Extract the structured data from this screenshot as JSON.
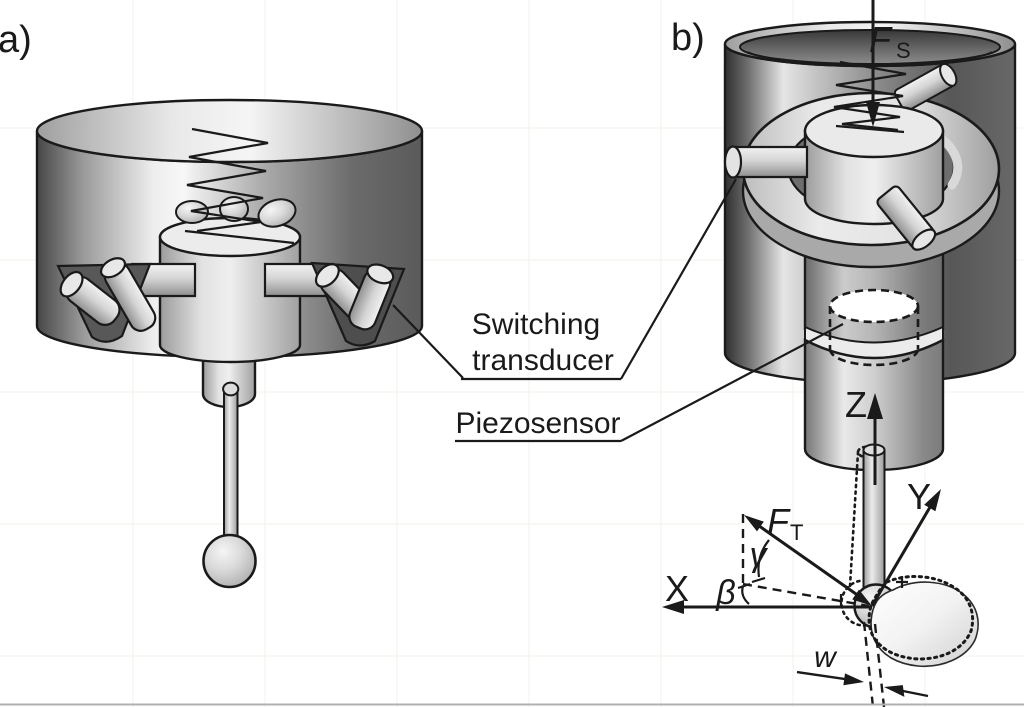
{
  "figure": {
    "panel_a": {
      "label": "a)"
    },
    "panel_b": {
      "label": "b)"
    },
    "callouts": {
      "switching_transducer": {
        "line1": "Switching",
        "line2": "transducer"
      },
      "piezosensor": {
        "label": "Piezosensor"
      }
    },
    "symbols": {
      "stylus_force": {
        "base": "F",
        "sub": "S"
      },
      "touch_force": {
        "base": "F",
        "sub": "T"
      },
      "axis_x": {
        "label": "X"
      },
      "axis_y": {
        "label": "Y"
      },
      "axis_z": {
        "label": "Z"
      },
      "angle_beta": {
        "label": "β"
      },
      "angle_gamma": {
        "label": "γ"
      },
      "pretravel_width": {
        "label": "w"
      }
    },
    "style": {
      "ink": "#1a1a1a",
      "background": "#ffffff",
      "metal_light": "#ececec",
      "metal_dark": "#3a3a3a"
    }
  }
}
